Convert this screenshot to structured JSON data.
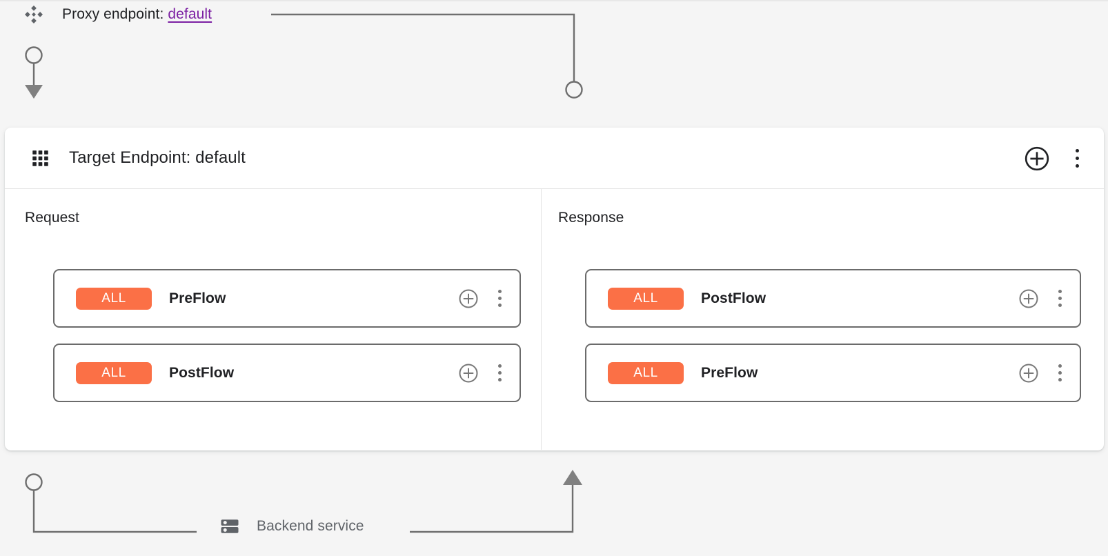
{
  "theme": {
    "page_bg": "#f5f5f5",
    "card_bg": "#ffffff",
    "accent_orange": "#fb7046",
    "link_purple": "#7b1fa2",
    "text_primary": "#202124",
    "text_muted": "#5f6368",
    "wire_gray": "#6f6f6f",
    "row_border": "#6b6b6b"
  },
  "proxy": {
    "icon": "proxy-endpoint-icon",
    "prefix": "Proxy endpoint: ",
    "name": "default"
  },
  "endpoint": {
    "icon": "grid-apps-icon",
    "title": "Target Endpoint: default",
    "actions": {
      "add": "add-circle-icon",
      "more": "more-vert-icon"
    }
  },
  "columns": [
    {
      "key": "request",
      "title": "Request",
      "direction": "down",
      "rows": [
        {
          "badge": "ALL",
          "name": "PreFlow",
          "add": "add-circle-icon",
          "more": "more-vert-icon"
        },
        {
          "badge": "ALL",
          "name": "PostFlow",
          "add": "add-circle-icon",
          "more": "more-vert-icon"
        }
      ]
    },
    {
      "key": "response",
      "title": "Response",
      "direction": "up",
      "rows": [
        {
          "badge": "ALL",
          "name": "PostFlow",
          "add": "add-circle-icon",
          "more": "more-vert-icon"
        },
        {
          "badge": "ALL",
          "name": "PreFlow",
          "add": "add-circle-icon",
          "more": "more-vert-icon"
        }
      ]
    }
  ],
  "backend": {
    "icon": "server-stack-icon",
    "label": "Backend service"
  }
}
